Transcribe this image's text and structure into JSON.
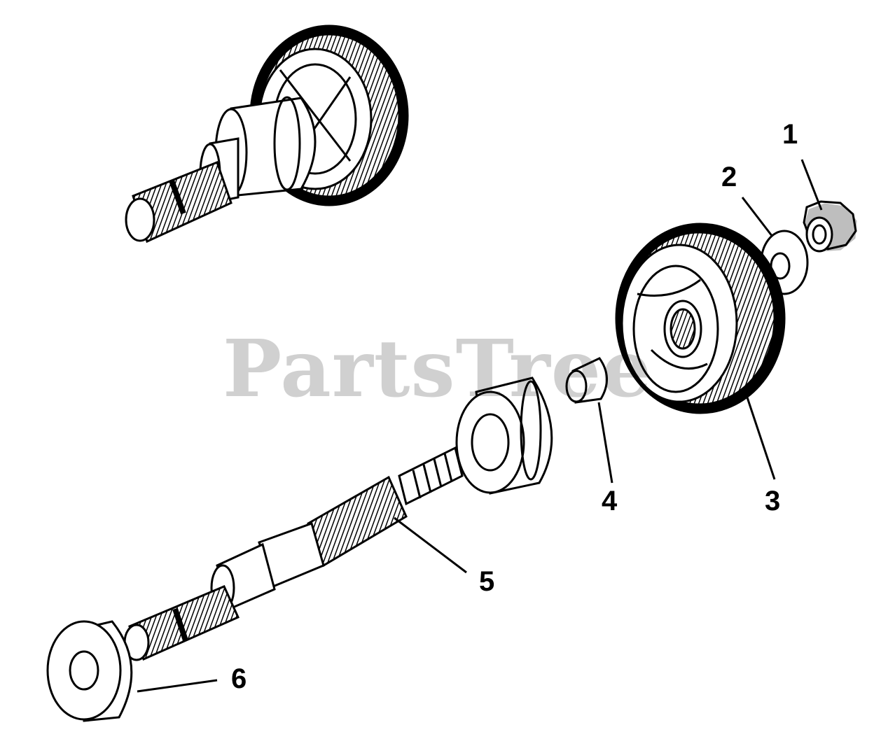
{
  "watermark": "PartsTree",
  "callouts": {
    "c1": "1",
    "c2": "2",
    "c3": "3",
    "c4": "4",
    "c5": "5",
    "c6": "6"
  },
  "colors": {
    "ink": "#000000",
    "paper": "#ffffff",
    "watermark": "#b8b8b8"
  }
}
